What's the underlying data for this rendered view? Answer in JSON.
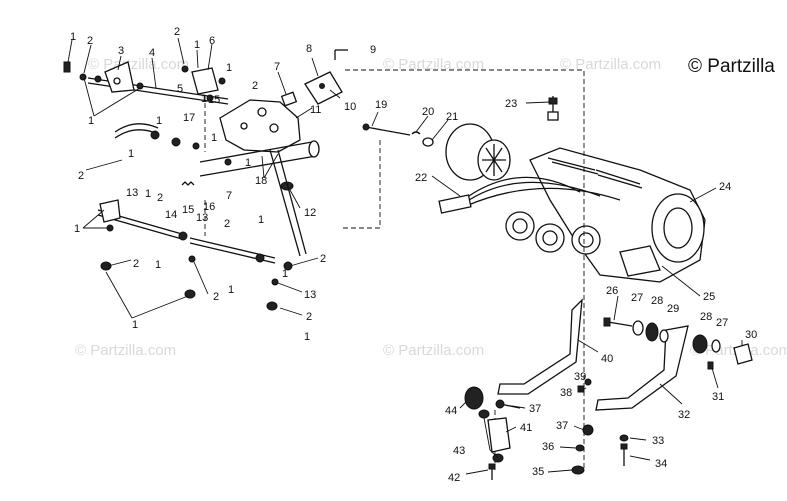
{
  "copyright": "© Partzilla",
  "watermarks": [
    {
      "id": "wm1",
      "text": "© Partzilla.com"
    },
    {
      "id": "wm2",
      "text": "© Partzilla.com"
    },
    {
      "id": "wm3",
      "text": "© Partzilla.com"
    },
    {
      "id": "wm4",
      "text": "© Partzilla.com"
    },
    {
      "id": "wm5",
      "text": "© Partzilla.com"
    },
    {
      "id": "wm6",
      "text": "© Partzilla.com"
    }
  ],
  "callouts": [
    "1",
    "2",
    "3",
    "4",
    "5",
    "6",
    "7",
    "8",
    "9",
    "10",
    "11",
    "12",
    "13",
    "14",
    "15",
    "16",
    "17",
    "18",
    "19",
    "20",
    "21",
    "22",
    "23",
    "24",
    "25",
    "26",
    "27",
    "28",
    "29",
    "30",
    "31",
    "32",
    "33",
    "34",
    "35",
    "36",
    "37",
    "38",
    "39",
    "40",
    "41",
    "42",
    "43",
    "44"
  ]
}
